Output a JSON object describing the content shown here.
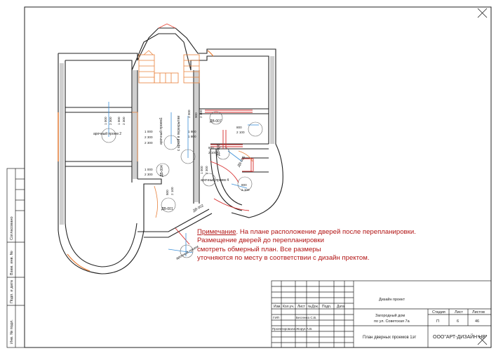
{
  "note": {
    "heading": "Примечание",
    "line1": ". На плане расположение дверей после перепланировки.",
    "line2": " Размещение дверей  до перепланировки",
    "line3": "смотреть обмерный план. Все размеры",
    "line4": "уточняются по месту в соответствии с дизайн пректом."
  },
  "plan": {
    "openings": [
      {
        "label": "арочный проем 2"
      },
      {
        "label": "арочный проем1"
      },
      {
        "label": "с аркой в перекрытии"
      },
      {
        "label": "арочный проем 4"
      },
      {
        "label": "ДВ-007"
      },
      {
        "label": "ДВ-006"
      },
      {
        "label": "ДВ-005"
      },
      {
        "label": "ДВ-004"
      },
      {
        "label": "ДВ-001"
      },
      {
        "label": "ДВ-002"
      },
      {
        "label": "арочный проем"
      }
    ],
    "dims": [
      "1 000",
      "2 300",
      "1 800",
      "900",
      "2 100",
      "2 000",
      "800",
      "2 100",
      "800",
      "2 100",
      "1 000",
      "2 300",
      "1 000",
      "2 300",
      "800",
      "2 100",
      "800",
      "2 100",
      "1 000",
      "2 300",
      "1 000",
      "2 300",
      "1 800",
      "2 300"
    ]
  },
  "left_strip": {
    "labels": [
      "Согласовано",
      "Взам. инв. №",
      "Подп. и дата",
      "Инв. № подл."
    ]
  },
  "title_block": {
    "design_project": "Дизайн проект",
    "headers": [
      "Изм.",
      "Кол.уч.",
      "Лист",
      "№Док.",
      "Подп.",
      "Дата"
    ],
    "rows": [
      {
        "role": "ГИП",
        "name": "Бесгенко С.В."
      },
      {
        "role": "Проектировала",
        "name": "Жорук А.В."
      }
    ],
    "object_line1": "Загородный дом",
    "object_line2": "по ул. Советская 7а",
    "stage_header": "Стадия",
    "sheet_header": "Лист",
    "sheets_header": "Листов",
    "stage": "П",
    "sheet": "6",
    "sheets": "46",
    "sheet_title": "План дверных проемов 1эт",
    "company": "ООО\"АРТ-ДИЗАЙН НВ\""
  },
  "colors": {
    "red_note": "#b21414",
    "orange": "#e8803a",
    "blue": "#3a8fd8",
    "line": "#222222"
  }
}
